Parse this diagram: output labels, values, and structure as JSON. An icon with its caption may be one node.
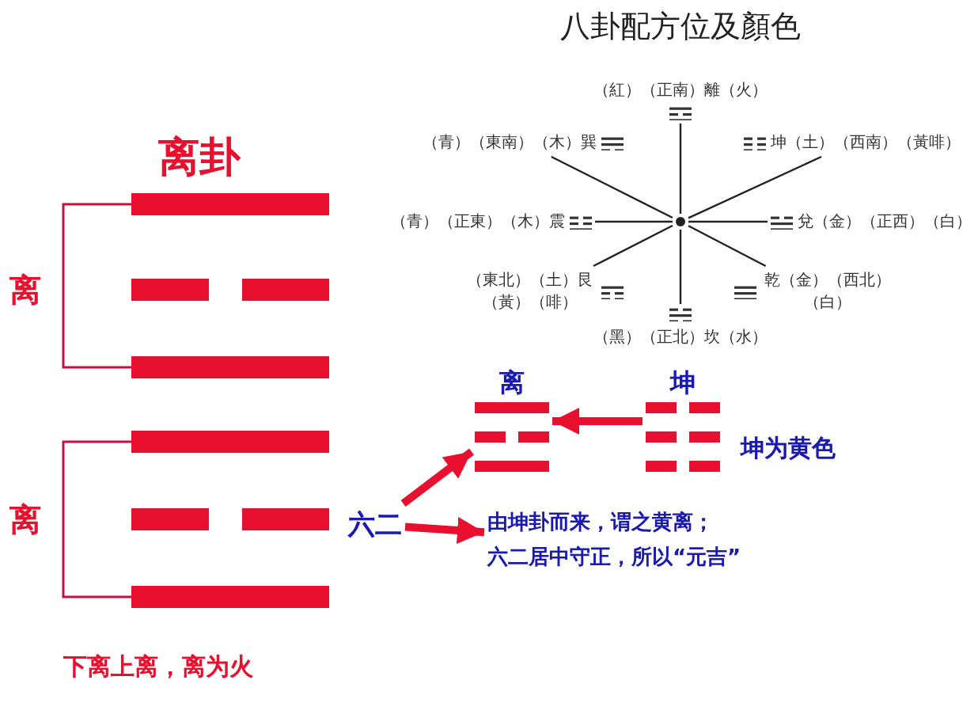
{
  "diagram": {
    "title": "八卦配方位及顏色",
    "nodes": [
      {
        "text": [],
        "shape": "circle"
      },
      {
        "text": [
          "（紅）（正南）離（火）"
        ]
      },
      {
        "text": [
          "（青）（東南）（木）巽"
        ]
      },
      {
        "text": [
          "坤（土）（西南）（黃啡）"
        ]
      },
      {
        "text": [
          "（青）（正東）（木）震"
        ]
      },
      {
        "text": [
          "兌（金）（正西）（白）"
        ]
      },
      {
        "text": [
          "（東北）（土）艮（黃）（啡）"
        ]
      },
      {
        "text": [
          "乾（金）（西北）（白）"
        ]
      },
      {
        "text": [
          "（黑）（正北）坎（水）"
        ]
      },
      {
        "text": [
          "离"
        ]
      },
      {
        "text": [
          "坤"
        ],
        "beside": [
          "坤为黄色"
        ]
      },
      {
        "text": [
          "六二"
        ]
      },
      {
        "text": [
          "由坤卦而来，谓之黄离；六二居中守正，所以“元吉”"
        ]
      }
    ],
    "edges": [
      {
        "from": 0,
        "to": 1,
        "arrow": "none"
      },
      {
        "from": 0,
        "to": 2,
        "arrow": "none"
      },
      {
        "from": 0,
        "to": 3,
        "arrow": "none"
      },
      {
        "from": 0,
        "to": 4,
        "arrow": "none"
      },
      {
        "from": 0,
        "to": 5,
        "arrow": "none"
      },
      {
        "from": 0,
        "to": 6,
        "arrow": "none"
      },
      {
        "from": 0,
        "to": 7,
        "arrow": "none"
      },
      {
        "from": 0,
        "to": 8,
        "arrow": "none"
      },
      {
        "from": 10,
        "to": 9,
        "arrow": "to",
        "style": "thick",
        "color": "#e8102e"
      },
      {
        "from": 11,
        "to": 9,
        "arrow": "to",
        "style": "thick",
        "color": "#e8102e"
      },
      {
        "from": 11,
        "to": 12,
        "arrow": "to",
        "style": "thick",
        "color": "#e8102e"
      }
    ],
    "labels": [
      "离卦",
      "离",
      "离",
      "下离上离，离为火"
    ]
  }
}
